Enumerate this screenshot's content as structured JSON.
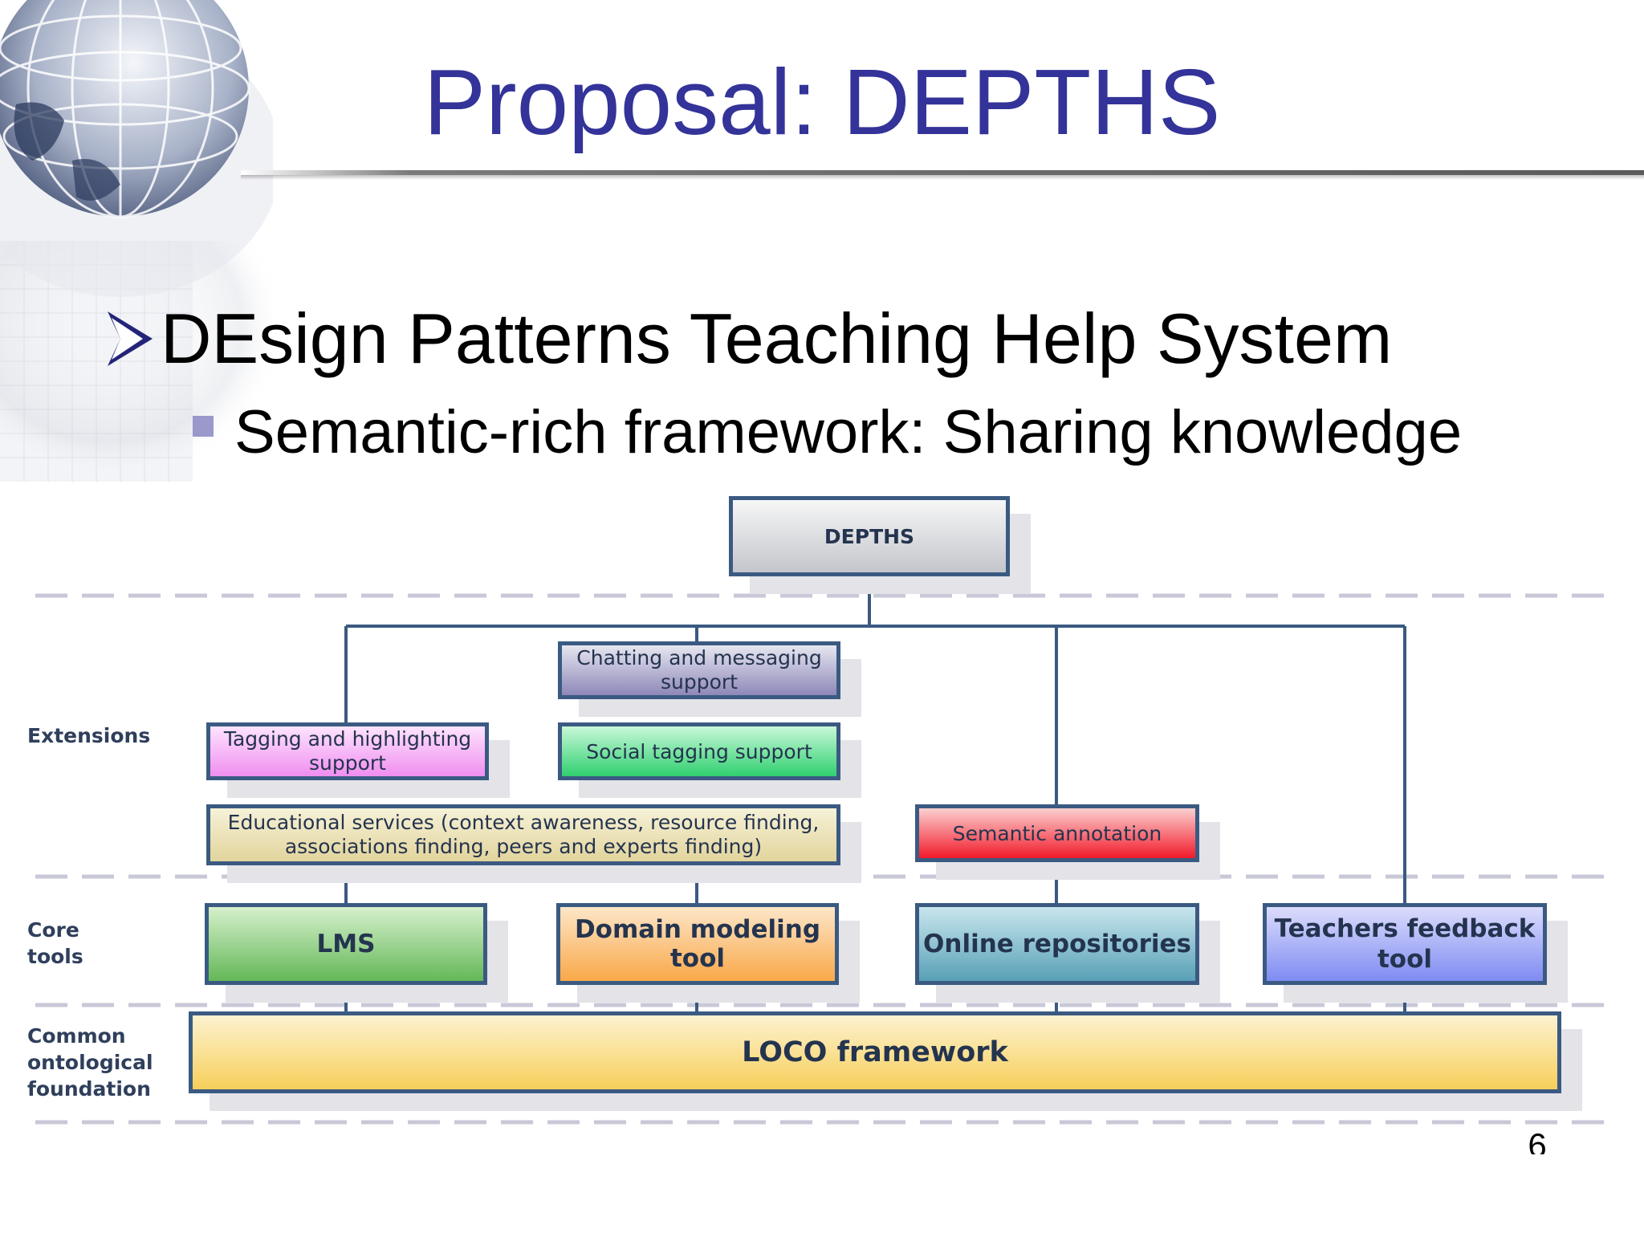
{
  "slide": {
    "title": "Proposal: DEPTHS",
    "bullet_1": "DEsign Patterns Teaching Help System",
    "bullet_2": "Semantic-rich framework: Sharing knowledge",
    "page_number": "6"
  },
  "diagram": {
    "band_labels": {
      "extensions": "Extensions",
      "core_tools": [
        "Core",
        "tools"
      ],
      "foundation": [
        "Common",
        "ontological",
        "foundation"
      ]
    },
    "root": "DEPTHS",
    "extensions": {
      "chatting": [
        "Chatting and messaging",
        "support"
      ],
      "tagging": [
        "Tagging and highlighting",
        "support"
      ],
      "social_tagging": "Social tagging support",
      "educational": [
        "Educational services (context awareness, resource finding,",
        "associations finding, peers and experts finding)"
      ],
      "semantic_annotation": "Semantic annotation"
    },
    "core_tools": {
      "lms": "LMS",
      "domain_modeling": "Domain modeling tool",
      "online_repositories": "Online repositories",
      "teachers_feedback": [
        "Teachers feedback",
        "tool"
      ]
    },
    "foundation": "LOCO framework"
  },
  "colors": {
    "title": "#333399",
    "box_border": "#3b5a82",
    "connector": "#3b5a82",
    "separator": "#c8c8d8",
    "bullet_square": "#9999cc"
  }
}
